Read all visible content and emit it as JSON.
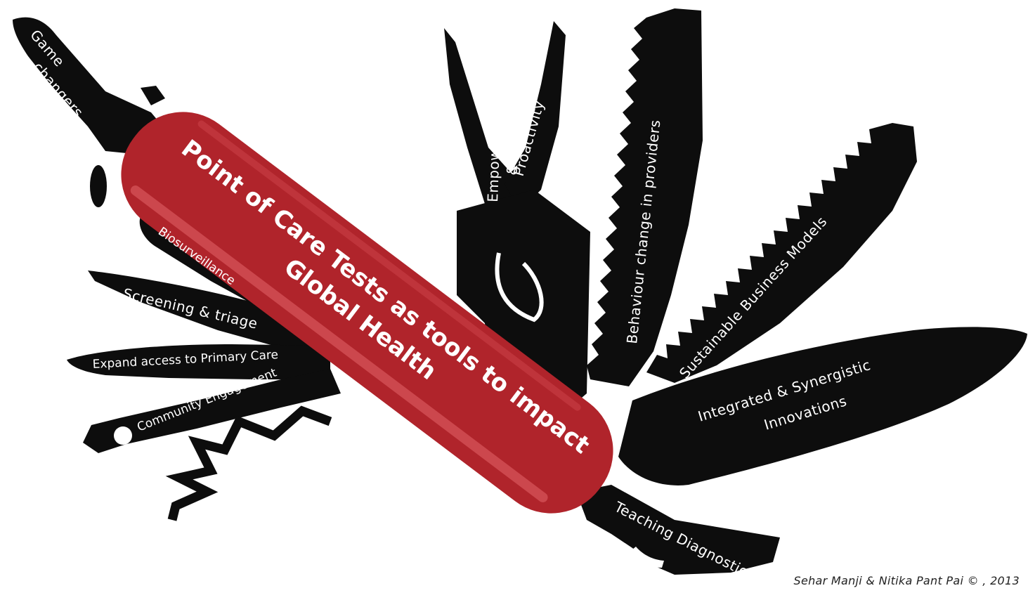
{
  "colors": {
    "tool": "#0d0d0d",
    "handle": "#b0242b",
    "handle_shine": "#d9575d",
    "label": "#ffffff"
  },
  "labels": {
    "game_changers_1": "Game",
    "game_changers_2": "changers",
    "biosurveillance": "Biosurveillance",
    "screening": "Screening & triage",
    "primary_care": "Expand access to Primary Care",
    "community": "Community Engagement",
    "empowerment": "Empowerment",
    "amp": "&",
    "proactivity": "Proactivity",
    "behaviour": "Behaviour change in providers",
    "business": "Sustainable Business Models",
    "integrated_1": "Integrated & Synergistic",
    "integrated_2": "Innovations",
    "teaching": "Teaching Diagnostics"
  },
  "handle": {
    "title_line1": "Point of Care Tests as tools to impact",
    "title_line2": "Global Health"
  },
  "credit": "Sehar Manji & Nitika Pant Pai © , 2013"
}
